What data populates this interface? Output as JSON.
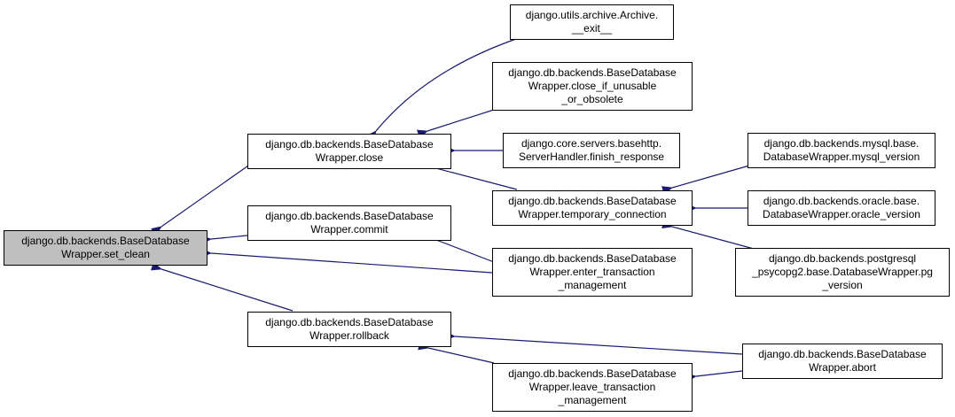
{
  "colors": {
    "edge": "#191970",
    "root_fill": "#bfbfbf",
    "node_fill": "#ffffff",
    "border": "#000000"
  },
  "nodes": {
    "set_clean": {
      "lines": [
        "django.db.backends.BaseDatabase",
        "Wrapper.set_clean"
      ]
    },
    "close": {
      "lines": [
        "django.db.backends.BaseDatabase",
        "Wrapper.close"
      ]
    },
    "commit": {
      "lines": [
        "django.db.backends.BaseDatabase",
        "Wrapper.commit"
      ]
    },
    "rollback": {
      "lines": [
        "django.db.backends.BaseDatabase",
        "Wrapper.rollback"
      ]
    },
    "archive_exit": {
      "lines": [
        "django.utils.archive.Archive.",
        "__exit__"
      ]
    },
    "close_if": {
      "lines": [
        "django.db.backends.BaseDatabase",
        "Wrapper.close_if_unusable",
        "_or_obsolete"
      ]
    },
    "finish_resp": {
      "lines": [
        "django.core.servers.basehttp.",
        "ServerHandler.finish_response"
      ]
    },
    "temp_conn": {
      "lines": [
        "django.db.backends.BaseDatabase",
        "Wrapper.temporary_connection"
      ]
    },
    "enter_tm": {
      "lines": [
        "django.db.backends.BaseDatabase",
        "Wrapper.enter_transaction",
        "_management"
      ]
    },
    "leave_tm": {
      "lines": [
        "django.db.backends.BaseDatabase",
        "Wrapper.leave_transaction",
        "_management"
      ]
    },
    "mysql_ver": {
      "lines": [
        "django.db.backends.mysql.base.",
        "DatabaseWrapper.mysql_version"
      ]
    },
    "oracle_ver": {
      "lines": [
        "django.db.backends.oracle.base.",
        "DatabaseWrapper.oracle_version"
      ]
    },
    "pg_ver": {
      "lines": [
        "django.db.backends.postgresql",
        "_psycopg2.base.DatabaseWrapper.pg",
        "_version"
      ]
    },
    "abort": {
      "lines": [
        "django.db.backends.BaseDatabase",
        "Wrapper.abort"
      ]
    }
  }
}
